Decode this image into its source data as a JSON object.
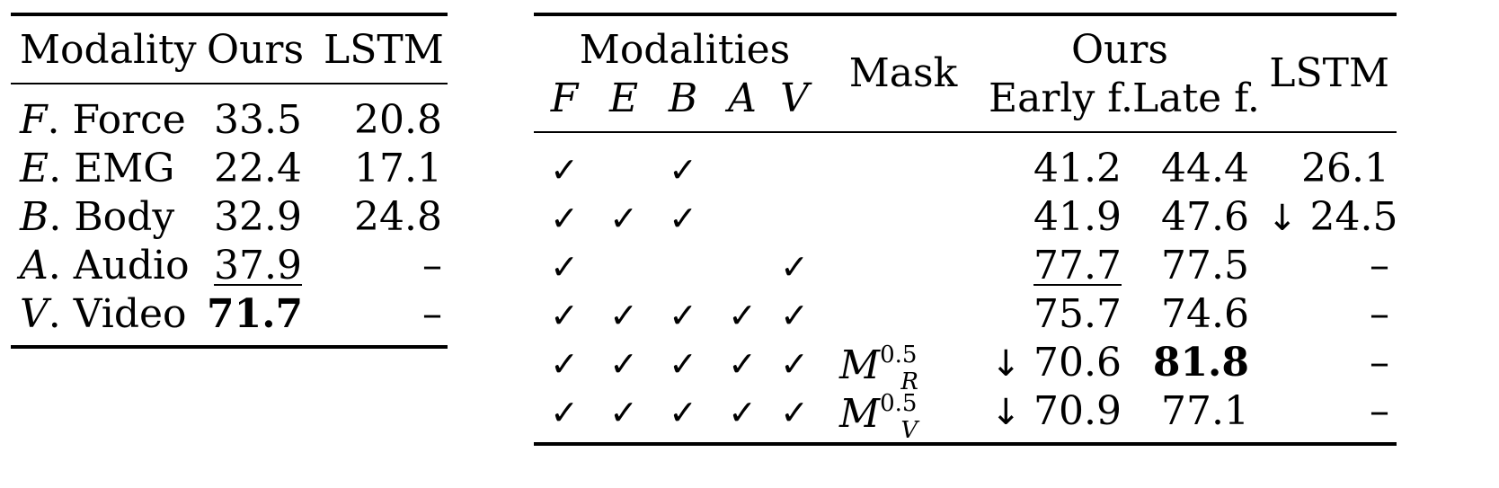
{
  "left_table": {
    "headers": [
      "Modality",
      "Ours",
      "LSTM"
    ],
    "rows": [
      {
        "letter": "F",
        "name": "Force",
        "ours": "33.5",
        "lstm": "20.8"
      },
      {
        "letter": "E",
        "name": "EMG",
        "ours": "22.4",
        "lstm": "17.1"
      },
      {
        "letter": "B",
        "name": "Body",
        "ours": "32.9",
        "lstm": "24.8"
      },
      {
        "letter": "A",
        "name": "Audio",
        "ours": "37.9",
        "lstm": "–"
      },
      {
        "letter": "V",
        "name": "Video",
        "ours": "71.7",
        "lstm": "–"
      }
    ]
  },
  "right_table": {
    "header": {
      "modalities": "Modalities",
      "mod_letters": [
        "F",
        "E",
        "B",
        "A",
        "V"
      ],
      "mask": "Mask",
      "ours": "Ours",
      "early": "Early f.",
      "late": "Late f.",
      "lstm": "LSTM"
    },
    "rows": [
      {
        "checks": [
          "✓",
          "",
          "✓",
          "",
          ""
        ],
        "mask_base": "",
        "mask_sub": "",
        "mask_sup": "",
        "early": "41.2",
        "early_arrow": "",
        "late": "44.4",
        "lstm": "26.1",
        "lstm_arrow": ""
      },
      {
        "checks": [
          "✓",
          "✓",
          "✓",
          "",
          ""
        ],
        "mask_base": "",
        "mask_sub": "",
        "mask_sup": "",
        "early": "41.9",
        "early_arrow": "",
        "late": "47.6",
        "lstm": "24.5",
        "lstm_arrow": "↓"
      },
      {
        "checks": [
          "✓",
          "",
          "",
          "",
          "✓"
        ],
        "mask_base": "",
        "mask_sub": "",
        "mask_sup": "",
        "early": "77.7",
        "early_arrow": "",
        "late": "77.5",
        "lstm": "–",
        "lstm_arrow": ""
      },
      {
        "checks": [
          "✓",
          "✓",
          "✓",
          "✓",
          "✓"
        ],
        "mask_base": "",
        "mask_sub": "",
        "mask_sup": "",
        "early": "75.7",
        "early_arrow": "",
        "late": "74.6",
        "lstm": "–",
        "lstm_arrow": ""
      },
      {
        "checks": [
          "✓",
          "✓",
          "✓",
          "✓",
          "✓"
        ],
        "mask_base": "M",
        "mask_sub": "R",
        "mask_sup": "0.5",
        "early": "70.6",
        "early_arrow": "↓",
        "late": "81.8",
        "lstm": "–",
        "lstm_arrow": ""
      },
      {
        "checks": [
          "✓",
          "✓",
          "✓",
          "✓",
          "✓"
        ],
        "mask_base": "M",
        "mask_sub": "V",
        "mask_sup": "0.5",
        "early": "70.9",
        "early_arrow": "↓",
        "late": "77.1",
        "lstm": "–",
        "lstm_arrow": ""
      }
    ]
  }
}
